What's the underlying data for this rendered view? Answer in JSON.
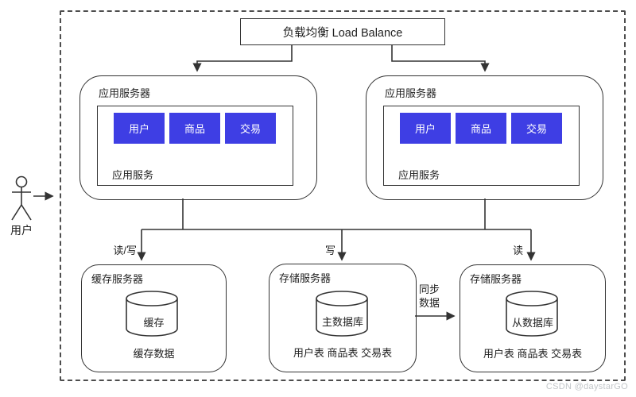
{
  "load_balancer": {
    "label": "负载均衡 Load Balance"
  },
  "actor": {
    "label": "用户"
  },
  "app_servers": [
    {
      "title": "应用服务器",
      "services": [
        "用户",
        "商品",
        "交易"
      ],
      "footer": "应用服务"
    },
    {
      "title": "应用服务器",
      "services": [
        "用户",
        "商品",
        "交易"
      ],
      "footer": "应用服务"
    }
  ],
  "edges": {
    "cache_label": "读/写",
    "write_label": "写",
    "read_label": "读",
    "sync_line1": "同步",
    "sync_line2": "数据"
  },
  "cache_server": {
    "title": "缓存服务器",
    "db_label": "缓存",
    "note": "缓存数据"
  },
  "master_storage": {
    "title": "存储服务器",
    "db_label": "主数据库",
    "note": "用户表 商品表 交易表"
  },
  "slave_storage": {
    "title": "存储服务器",
    "db_label": "从数据库",
    "note": "用户表 商品表 交易表"
  },
  "watermark": "CSDN @daystarGO",
  "colors": {
    "service_blue": "#3e3ee4",
    "line": "#333333",
    "watermark": "#c2c6c9"
  }
}
